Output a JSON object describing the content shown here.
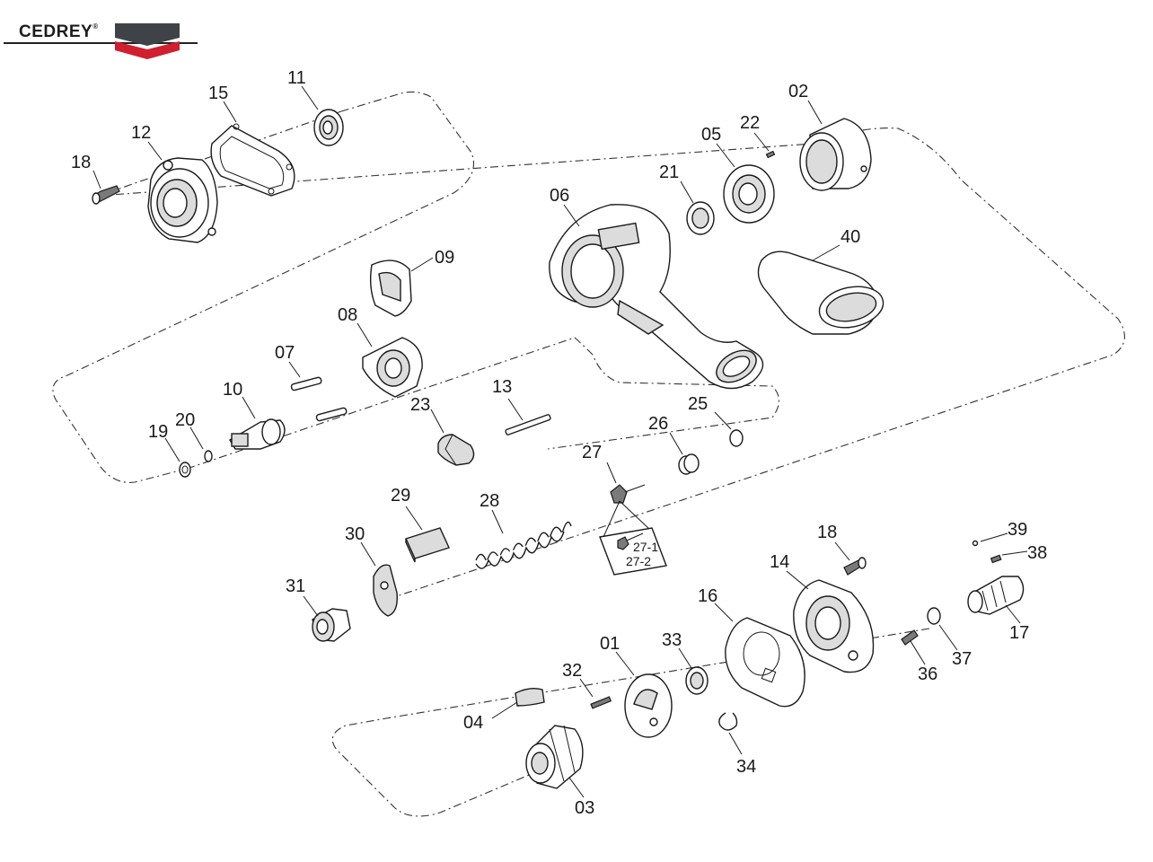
{
  "brand": {
    "name": "CEDREY",
    "reg": "®",
    "colors": {
      "grey": "#3f4246",
      "red": "#d01f2e"
    }
  },
  "callouts": {
    "p01": "01",
    "p02": "02",
    "p03": "03",
    "p04": "04",
    "p05": "05",
    "p06": "06",
    "p07": "07",
    "p08": "08",
    "p09": "09",
    "p10": "10",
    "p11": "11",
    "p12": "12",
    "p13": "13",
    "p14": "14",
    "p15": "15",
    "p16": "16",
    "p17": "17",
    "p18a": "18",
    "p18b": "18",
    "p19": "19",
    "p20": "20",
    "p21": "21",
    "p22": "22",
    "p23": "23",
    "p25": "25",
    "p26": "26",
    "p27": "27",
    "p27_1": "27-1",
    "p27_2": "27-2",
    "p28": "28",
    "p29": "29",
    "p30": "30",
    "p31": "31",
    "p32": "32",
    "p33": "33",
    "p34": "34",
    "p36": "36",
    "p37": "37",
    "p38": "38",
    "p39": "39",
    "p40": "40"
  }
}
